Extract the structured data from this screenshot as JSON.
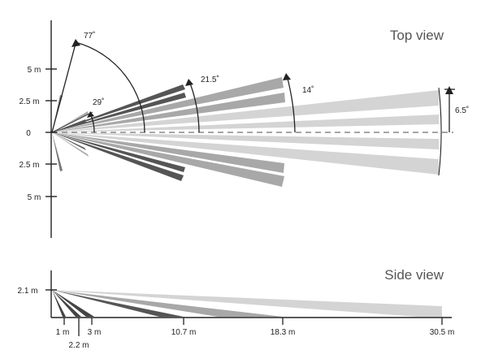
{
  "top_view": {
    "title": "Top view",
    "y_labels": [
      "5 m",
      "2.5 m",
      "0",
      "2.5 m",
      "5 m"
    ],
    "angles": [
      "77˚",
      "29˚",
      "21.5˚",
      "14˚",
      "6.5˚"
    ],
    "beam_tiers": [
      {
        "reach_m": 10.7,
        "half_angle_deg": 21.5,
        "color": "#555555"
      },
      {
        "reach_m": 18.3,
        "half_angle_deg": 14,
        "color": "#9a9a9a"
      },
      {
        "reach_m": 30.5,
        "half_angle_deg": 6.5,
        "color": "#d4d4d4"
      }
    ]
  },
  "side_view": {
    "title": "Side view",
    "mount_height": "2.1 m",
    "x_labels": [
      "1 m",
      "2.2 m",
      "3 m",
      "10.7 m",
      "18.3 m",
      "30.5 m"
    ]
  },
  "colors": {
    "axis": "#222222",
    "dark_beam": "#555555",
    "mid_beam": "#9a9a9a",
    "light_beam": "#d4d4d4",
    "centerline": "#888888"
  }
}
